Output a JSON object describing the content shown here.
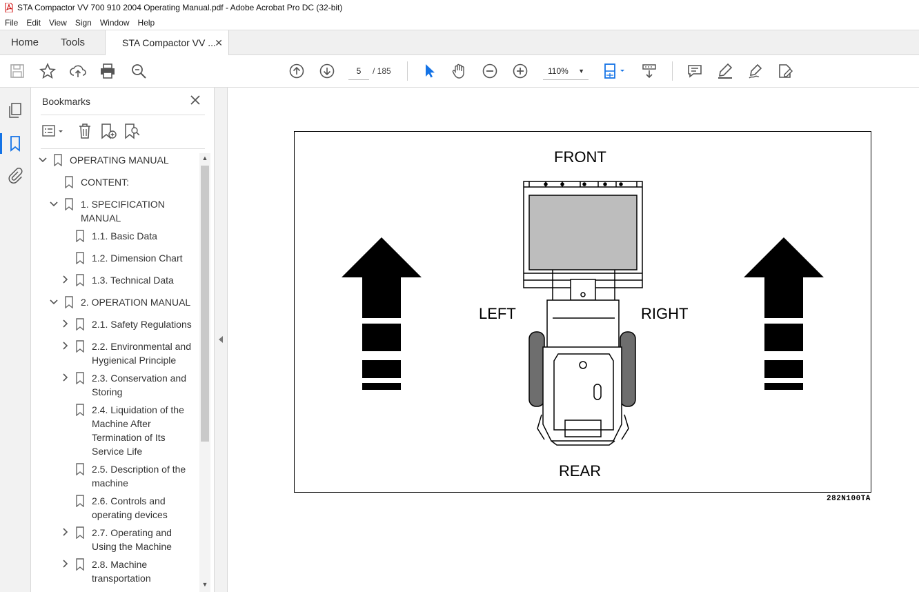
{
  "window": {
    "title": "STA Compactor VV 700 910 2004 Operating Manual.pdf - Adobe Acrobat Pro DC (32-bit)"
  },
  "menu": [
    "File",
    "Edit",
    "View",
    "Sign",
    "Window",
    "Help"
  ],
  "tabs": {
    "home": "Home",
    "tools": "Tools",
    "document": "STA Compactor VV ..."
  },
  "toolbar": {
    "page_current": "5",
    "page_total": "/ 185",
    "zoom": "110%"
  },
  "panel": {
    "title": "Bookmarks",
    "items": [
      {
        "label": "OPERATING MANUAL",
        "expanded": true
      },
      {
        "label": "CONTENT:"
      },
      {
        "label": "1. SPECIFICATION",
        "label2": "MANUAL",
        "expanded": true
      },
      {
        "label": "1.1. Basic Data"
      },
      {
        "label": "1.2. Dimension Chart"
      },
      {
        "label": "1.3. Technical Data",
        "expanded": false
      },
      {
        "label": "2. OPERATION MANUAL",
        "expanded": true
      },
      {
        "label": "2.1. Safety Regulations",
        "expanded": false
      },
      {
        "label": "2.2. Environmental and",
        "label2": "Hygienical Principle",
        "expanded": false
      },
      {
        "label": "2.3. Conservation and",
        "label2": "Storing",
        "expanded": false
      },
      {
        "label": "2.4. Liquidation of the",
        "label2": "Machine After",
        "label3": "Termination of Its",
        "label4": "Service Life"
      },
      {
        "label": "2.5. Description of the",
        "label2": "machine"
      },
      {
        "label": "2.6. Controls and",
        "label2": "operating devices"
      },
      {
        "label": "2.7. Operating and",
        "label2": "Using the Machine",
        "expanded": false
      },
      {
        "label": "2.8. Machine",
        "label2": "transportation",
        "expanded": false
      }
    ]
  },
  "figure": {
    "front": "FRONT",
    "rear": "REAR",
    "left": "LEFT",
    "right": "RIGHT",
    "code": "282N100TA"
  }
}
